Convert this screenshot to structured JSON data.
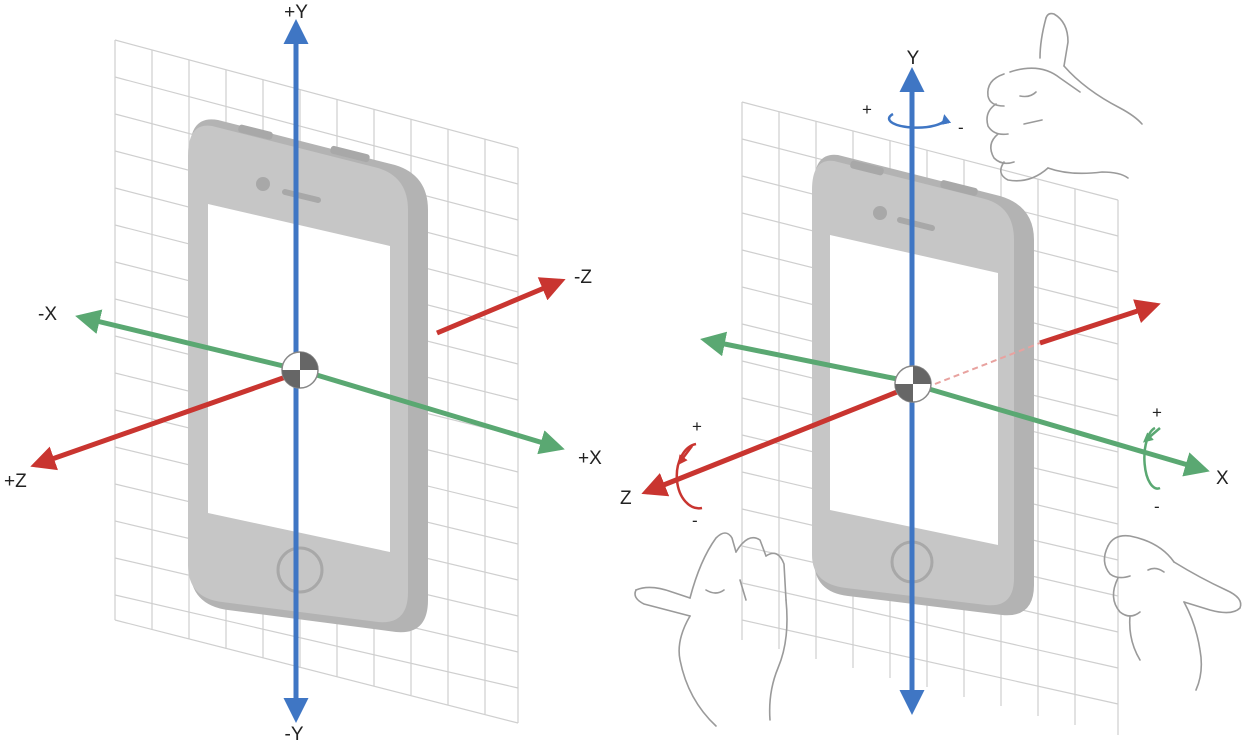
{
  "colors": {
    "x_axis": "#5aa872",
    "y_axis": "#3f76c4",
    "z_axis": "#c93530",
    "phone_body": "#c6c6c6",
    "phone_edge": "#b0b0b0",
    "screen": "#ffffff",
    "grid": "#cfcfcf"
  },
  "left_diagram": {
    "labels": {
      "pos_y": "+Y",
      "neg_y": "-Y",
      "pos_x": "+X",
      "neg_x": "-X",
      "pos_z": "+Z",
      "neg_z": "-Z"
    }
  },
  "right_diagram": {
    "labels": {
      "y": "Y",
      "x": "X",
      "z": "Z"
    },
    "rotations": {
      "y_plus": "+",
      "y_minus": "-",
      "x_plus": "+",
      "x_minus": "-",
      "z_plus": "+",
      "z_minus": "-"
    },
    "icons": [
      "thumbs-up-hand-icon",
      "pointing-hand-icon",
      "thumb-right-hand-icon"
    ]
  }
}
